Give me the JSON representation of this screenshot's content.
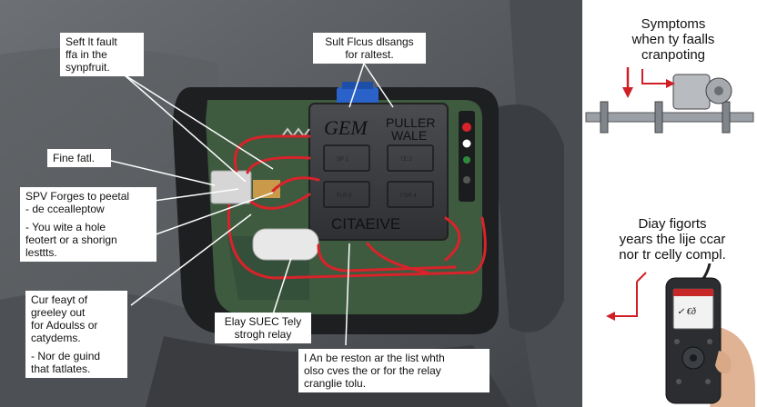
{
  "module": {
    "brand": "GEM",
    "title_lines": [
      "PULLER",
      "WALE"
    ],
    "bottom_text": "CITAEIVE",
    "relay_labels": [
      "SP 1",
      "TE 2",
      "FLR 3",
      "FOR 4"
    ]
  },
  "callouts": [
    {
      "id": "seft-fault",
      "lines": [
        "Seft lt fault",
        "ffa in the",
        "synpfruit."
      ]
    },
    {
      "id": "sult-flcus",
      "lines": [
        "Sult Flcus dlsangs",
        "for raltest."
      ]
    },
    {
      "id": "fine-fail",
      "lines": [
        "Fine fatl."
      ]
    },
    {
      "id": "spv-forges",
      "lines": [
        "SPV Forges to peetal",
        "- de ccealleptow",
        "",
        "- You wite a hole",
        "feotert or a shorign",
        "lesttts."
      ]
    },
    {
      "id": "cur-feayt",
      "lines": [
        "Cur feayt of",
        "greeley out",
        "for Adoulss or",
        "catydems.",
        "",
        "- Nor de guind",
        "that fatlates."
      ]
    },
    {
      "id": "elay-suec",
      "lines": [
        "Elay SUEC Tely",
        "strogh relay"
      ]
    },
    {
      "id": "am-reston",
      "lines": [
        "I An be reston ar the list whth",
        "olso cves the or for the relay",
        "cranglie tolu."
      ]
    }
  ],
  "sidebar": {
    "symptoms_lines": [
      "Symptoms",
      "when ty faalls",
      "cranpoting"
    ],
    "diagnostics_lines": [
      "Diay figorts",
      "years the lije ccar",
      "nor tr celly compl."
    ],
    "scanner_screen_text": "✓ €ð"
  },
  "colors": {
    "wire_red": "#d8232a",
    "board_green": "#3e5a3f",
    "module_gray": "#3d3f42",
    "arrow_red": "#d11f26",
    "connector_blue": "#2a62c9"
  }
}
